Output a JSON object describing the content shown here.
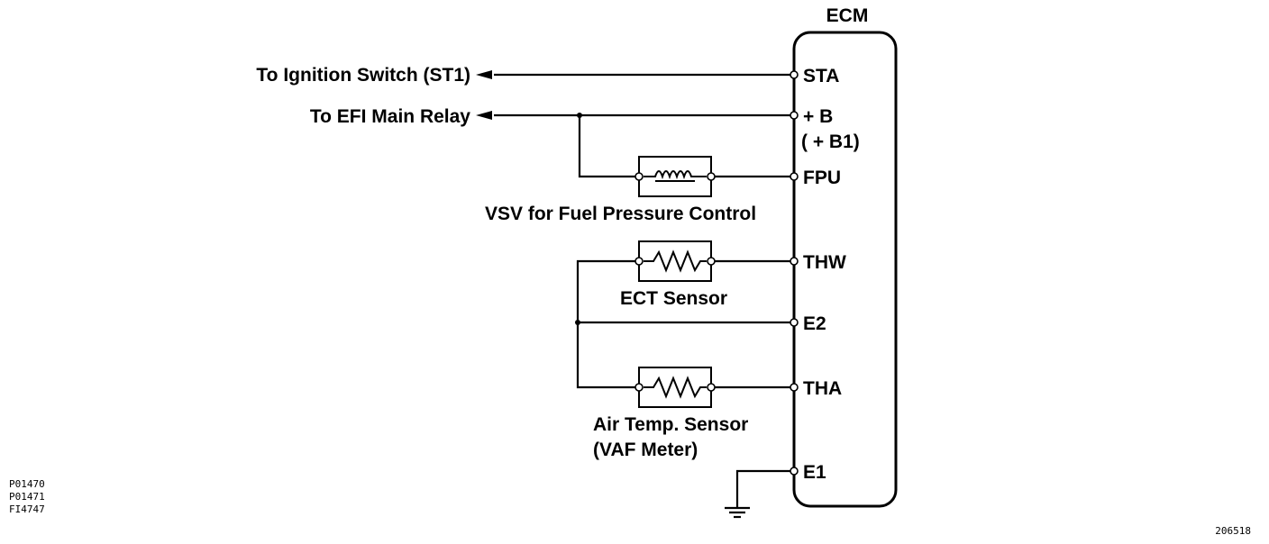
{
  "ecm": {
    "title": "ECM",
    "pins": {
      "sta": "STA",
      "b": "+ B",
      "b1": "( + B1)",
      "fpu": "FPU",
      "thw": "THW",
      "e2": "E2",
      "tha": "THA",
      "e1": "E1"
    }
  },
  "labels": {
    "ignition": "To Ignition Switch (ST1)",
    "efi_relay": "To EFI Main Relay",
    "vsv": "VSV for Fuel Pressure Control",
    "ect": "ECT Sensor",
    "air_temp_1": "Air Temp. Sensor",
    "air_temp_2": "(VAF Meter)"
  },
  "codes": {
    "c1": "P01470",
    "c2": "P01471",
    "c3": "FI4747",
    "figure": "206518"
  }
}
